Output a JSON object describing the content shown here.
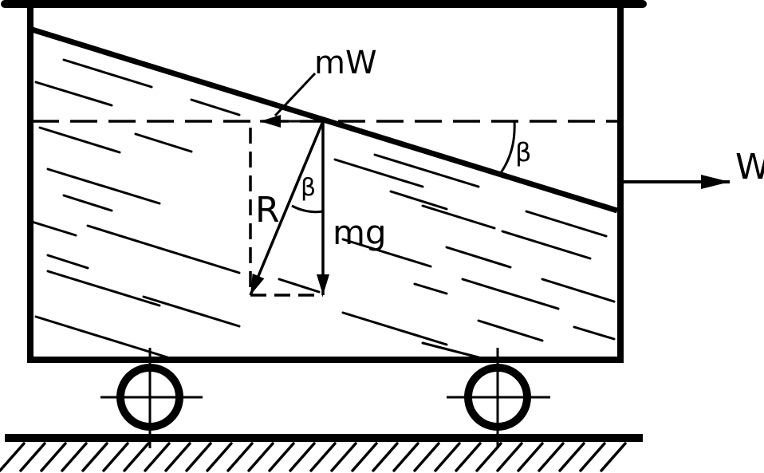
{
  "labels": {
    "mw": "mW",
    "w": "W",
    "r": "R",
    "mg": "mg",
    "beta_inner": "β",
    "beta_surface": "β"
  },
  "colors": {
    "ink": "#000000",
    "background": "#ffffff"
  }
}
